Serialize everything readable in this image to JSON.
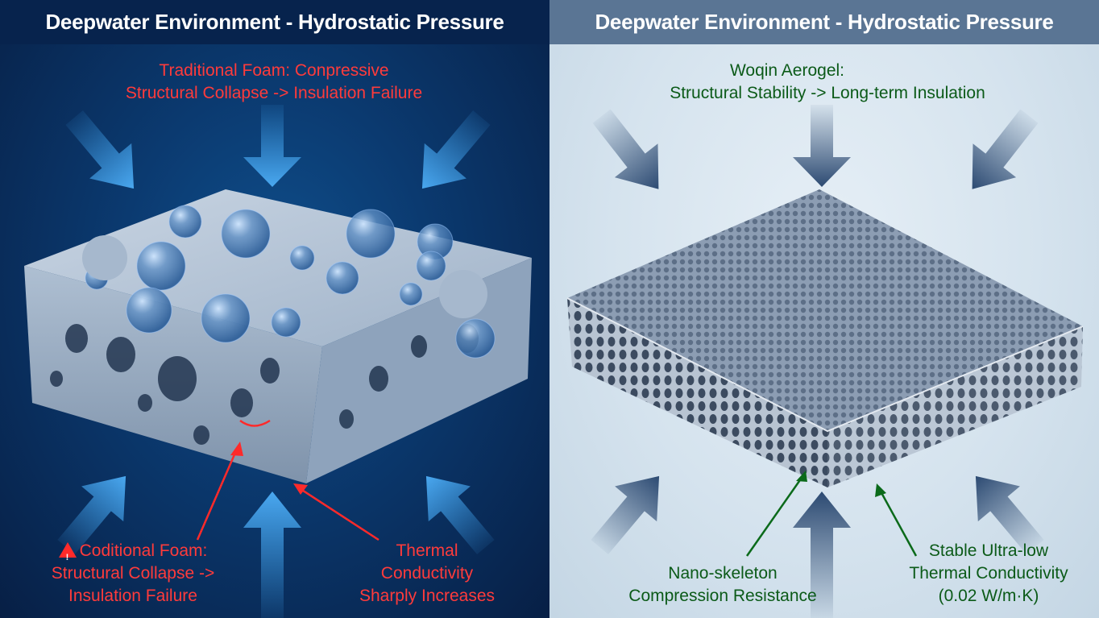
{
  "left_panel": {
    "title": "Deepwater Environment - Hydrostatic Pressure",
    "top_caption": {
      "line1": "Traditional Foam: Conpressive",
      "line2": "Structural Collapse -> Insulation Failure"
    },
    "bottom_left_caption": {
      "warning_icon": "warning-triangle",
      "line1": "Coditional Foam:",
      "line2": "Structural Collapse ->",
      "line3": "Insulation Failure"
    },
    "bottom_right_caption": {
      "line1": "Thermal",
      "line2": "Conductivity",
      "line3": "Sharply Increases"
    },
    "colors": {
      "background": "#0b3a70",
      "header": "#07234d",
      "text": "#ff3b3b",
      "arrows": "#3a9be6"
    }
  },
  "right_panel": {
    "title": "Deepwater Environment - Hydrostatic Pressure",
    "top_caption": {
      "line1": "Woqin Aerogel:",
      "line2": "Structural Stability -> Long-term Insulation"
    },
    "bottom_left_caption": {
      "line1": "Nano-skeleton",
      "line2": "Compression Resistance"
    },
    "bottom_right_caption": {
      "line1": "Stable Ultra-low",
      "line2": "Thermal Conductivity",
      "line3": "(0.02 W/m·K)"
    },
    "colors": {
      "background": "#d5e3ee",
      "header": "#5a7594",
      "text": "#0b5a18",
      "arrows": "#2c4a72"
    }
  }
}
